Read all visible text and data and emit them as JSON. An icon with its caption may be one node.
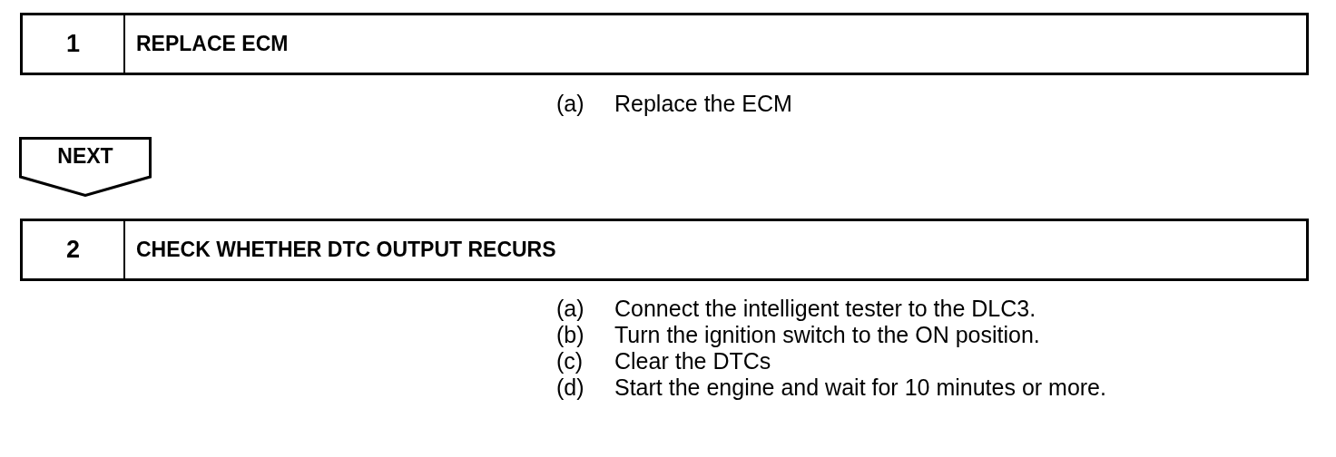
{
  "diagram": {
    "nodes": [
      {
        "text": [
          "1",
          "REPLACE ECM"
        ]
      },
      {
        "text": [
          "NEXT"
        ]
      },
      {
        "text": [
          "2",
          "CHECK WHETHER DTC OUTPUT RECURS"
        ]
      }
    ],
    "labels": [
      "(a)",
      "Replace the ECM",
      "(a)",
      "Connect the intelligent tester to the DLC3.",
      "(b)",
      "Turn the ignition switch to the ON position.",
      "(c)",
      "Clear the DTCs",
      "(d)",
      "Start the engine and wait for 10 minutes or more."
    ]
  }
}
